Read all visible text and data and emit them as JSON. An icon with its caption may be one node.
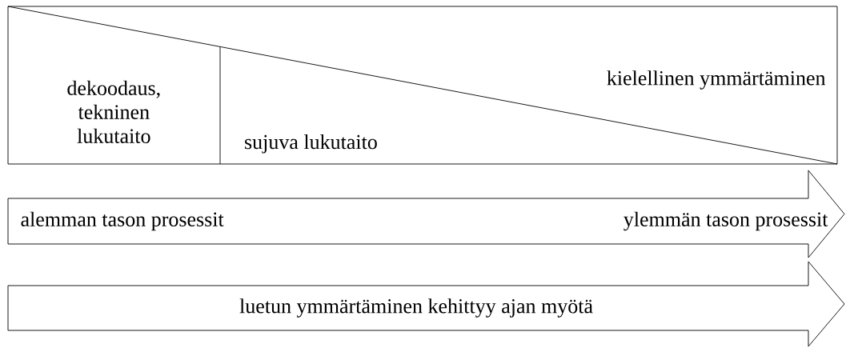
{
  "diagram": {
    "nodes": [
      {
        "text": [
          "kielellinen ymmärtäminen"
        ]
      },
      {
        "text": [
          "dekoodaus, tekninen lukutaito"
        ],
        "in": 0
      },
      {
        "text": [
          "sujuva lukutaito"
        ],
        "in": 0
      },
      {
        "text": [
          "alemman tason prosessit",
          "ylemmän tason prosessit"
        ]
      },
      {
        "text": [
          "luetun ymmärtäminen kehittyy ajan myötä"
        ]
      }
    ]
  }
}
